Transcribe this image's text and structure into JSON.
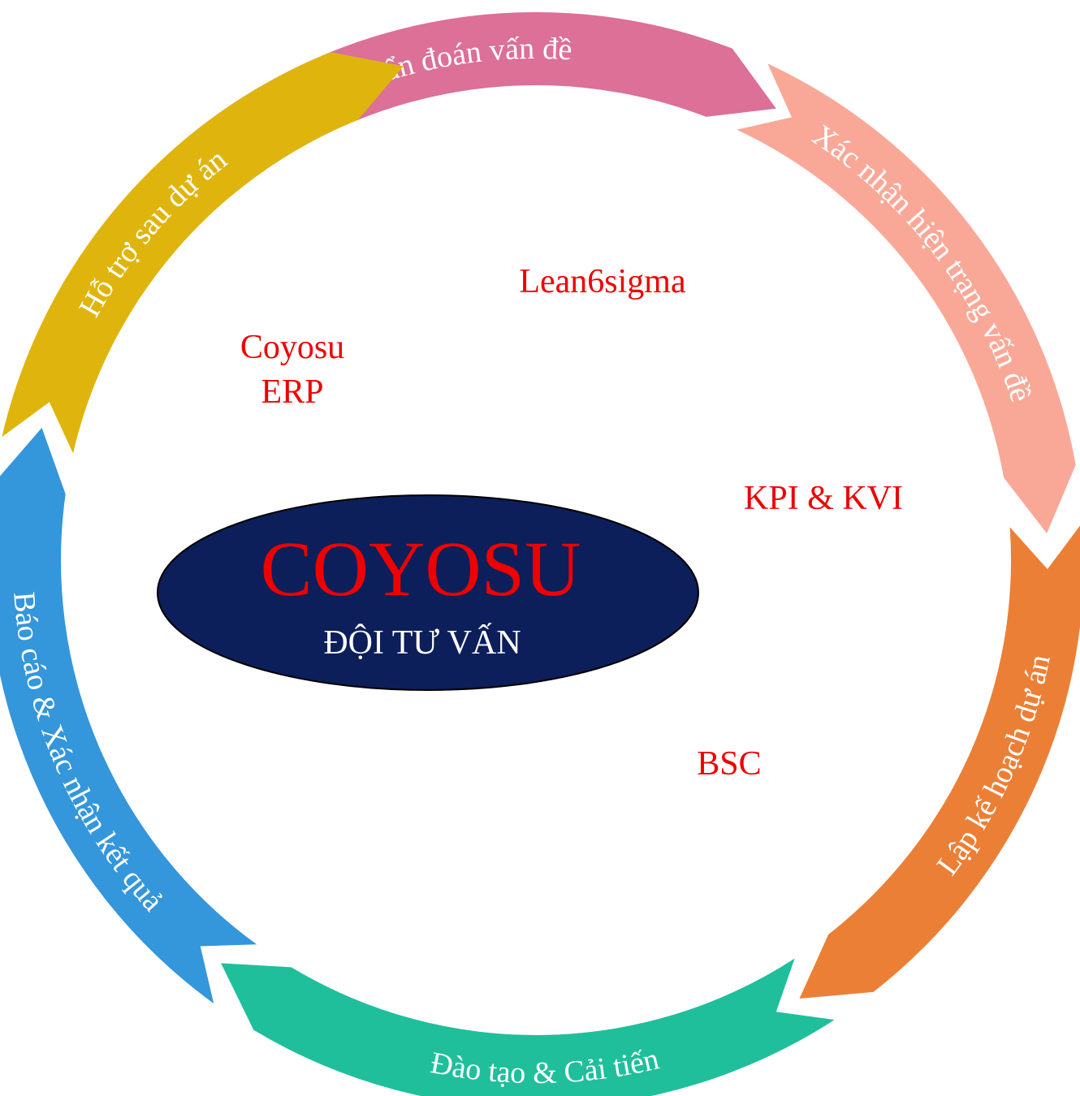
{
  "hub": {
    "title": "COYOSU",
    "subtitle": "ĐỘI TƯ VẤN",
    "fill": "#0c1f5a"
  },
  "segments": [
    {
      "id": "chuan-doan",
      "label": "Chuẩn đoán vấn đề",
      "color": "#dc7096"
    },
    {
      "id": "xac-nhan-hien-trang",
      "label": "Xác nhận hiện trạng vấn đề",
      "color": "#f9a898"
    },
    {
      "id": "lap-ke-hoach",
      "label": "Lập kế hoạch dự án",
      "color": "#ec7f36"
    },
    {
      "id": "dao-tao",
      "label": "Đào tạo & Cải tiến",
      "color": "#1fbf9b"
    },
    {
      "id": "bao-cao",
      "label": "Báo cáo & Xác nhận kết quả",
      "color": "#3496db"
    },
    {
      "id": "ho-tro",
      "label": "Hỗ trợ sau dự án",
      "color": "#dfb50d"
    }
  ],
  "methods": {
    "lean": "Lean6sigma",
    "coyosu_line1": "Coyosu",
    "coyosu_line2": "ERP",
    "kpi": "KPI & KVI",
    "bsc": "BSC",
    "color": "#ee0000"
  }
}
